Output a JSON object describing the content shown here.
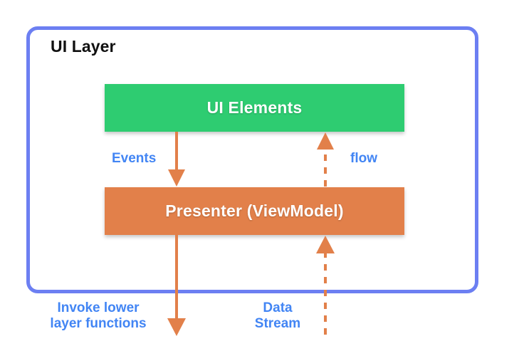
{
  "diagram": {
    "title": "UI Layer",
    "background_color": "#ffffff",
    "container": {
      "label": "UI Layer",
      "border_color": "#6C7FF2"
    },
    "nodes": [
      {
        "id": "ui-elements",
        "label": "UI Elements",
        "color": "#2ECC71",
        "text_color": "#ffffff"
      },
      {
        "id": "presenter",
        "label": "Presenter (ViewModel)",
        "color": "#E2804A",
        "text_color": "#ffffff"
      }
    ],
    "edges": [
      {
        "id": "events",
        "label": "Events",
        "from": "ui-elements",
        "to": "presenter",
        "style": "solid",
        "direction": "down",
        "color": "#E2804A",
        "label_color": "#4285F4"
      },
      {
        "id": "flow",
        "label": "flow",
        "from": "presenter",
        "to": "ui-elements",
        "style": "dashed",
        "direction": "up",
        "color": "#E2804A",
        "label_color": "#4285F4"
      },
      {
        "id": "invoke-lower-layer-functions",
        "label_line1": "Invoke lower",
        "label_line2": "layer functions",
        "from": "presenter",
        "to": "lower-layer",
        "style": "solid",
        "direction": "down",
        "color": "#E2804A",
        "label_color": "#4285F4"
      },
      {
        "id": "data-stream",
        "label_line1": "Data",
        "label_line2": "Stream",
        "from": "lower-layer",
        "to": "presenter",
        "style": "dashed",
        "direction": "up",
        "color": "#E2804A",
        "label_color": "#4285F4"
      }
    ]
  }
}
